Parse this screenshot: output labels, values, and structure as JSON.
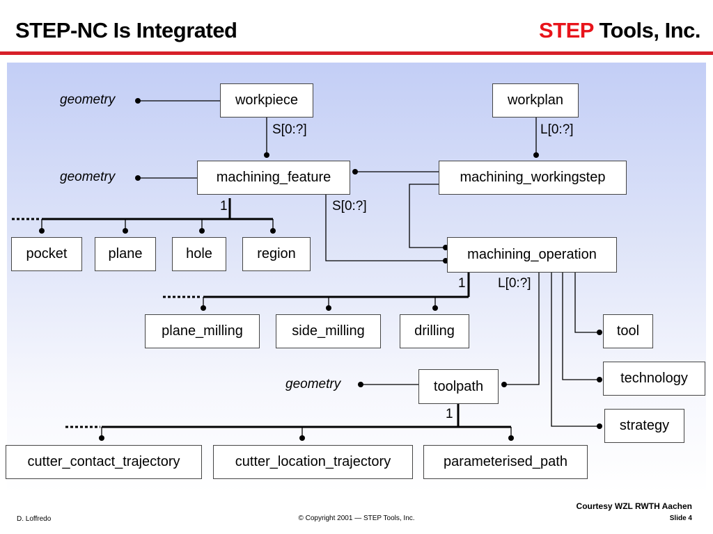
{
  "header": {
    "title": "STEP-NC Is Integrated",
    "brand_red": "STEP",
    "brand_rest": " Tools, Inc."
  },
  "colors": {
    "title_rule": "#d7202a",
    "brand_red": "#e8141b",
    "panel_top": "#c3cef6",
    "panel_bottom": "#ffffff"
  },
  "diagram": {
    "boxes": {
      "workpiece": "workpiece",
      "workplan": "workplan",
      "machining_feature": "machining_feature",
      "machining_workingstep": "machining_workingstep",
      "pocket": "pocket",
      "plane": "plane",
      "hole": "hole",
      "region": "region",
      "machining_operation": "machining_operation",
      "plane_milling": "plane_milling",
      "side_milling": "side_milling",
      "drilling": "drilling",
      "tool": "tool",
      "technology": "technology",
      "toolpath": "toolpath",
      "strategy": "strategy",
      "cutter_contact_trajectory": "cutter_contact_trajectory",
      "cutter_location_trajectory": "cutter_location_trajectory",
      "parameterised_path": "parameterised_path"
    },
    "labels": {
      "geometry_1": "geometry",
      "geometry_2": "geometry",
      "geometry_3": "geometry",
      "workpiece_card": "S[0:?]",
      "workplan_card": "L[0:?]",
      "feature_one": "1",
      "feature_card": "S[0:?]",
      "operation_one": "1",
      "operation_card": "L[0:?]",
      "toolpath_one": "1"
    }
  },
  "footer": {
    "author": "D. Loffredo",
    "copyright": "© Copyright 2001 — STEP Tools, Inc.",
    "courtesy": "Courtesy WZL RWTH Aachen",
    "slide": "Slide 4"
  }
}
